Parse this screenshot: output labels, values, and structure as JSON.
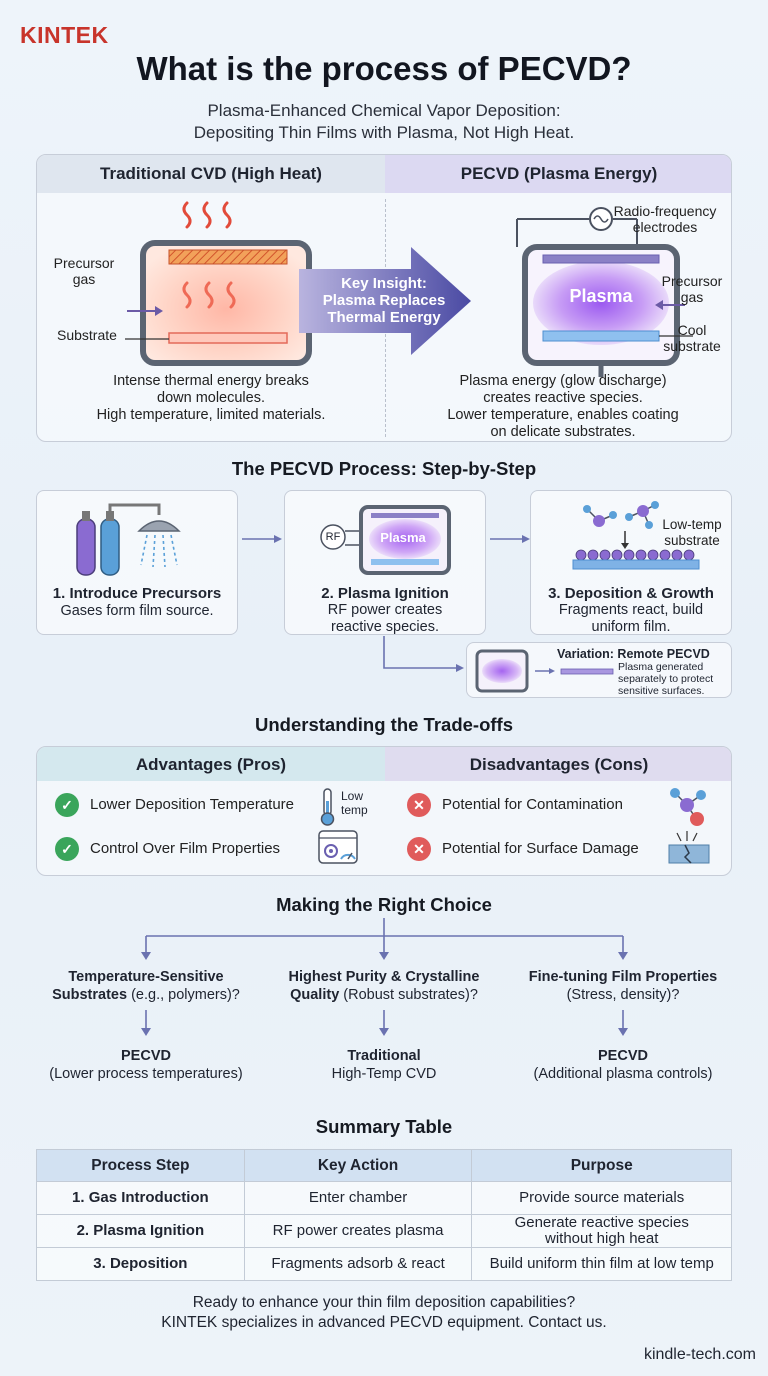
{
  "brand": {
    "logo": "KINTEK",
    "logo_color": "#c8342b",
    "url": "kindle-tech.com"
  },
  "title": "What is the process of PECVD?",
  "subtitle": {
    "line1": "Plasma-Enhanced Chemical Vapor Deposition:",
    "line2": "Depositing Thin Films with Plasma, Not High Heat."
  },
  "comparison": {
    "left": {
      "heading": "Traditional CVD (High Heat)",
      "label_gas_1": "Precursor",
      "label_gas_2": "gas",
      "label_substrate": "Substrate",
      "desc_1": "Intense thermal energy breaks",
      "desc_2": "down molecules.",
      "desc_3": "High temperature, limited materials."
    },
    "insight": {
      "line1": "Key Insight:",
      "line2": "Plasma Replaces",
      "line3": "Thermal Energy"
    },
    "right": {
      "heading": "PECVD (Plasma Energy)",
      "label_rf_1": "Radio-frequency",
      "label_rf_2": "electrodes",
      "plasma": "Plasma",
      "label_gas_1": "Precursor",
      "label_gas_2": "gas",
      "label_sub_1": "Cool",
      "label_sub_2": "substrate",
      "desc_1": "Plasma energy (glow discharge)",
      "desc_2": "creates reactive species.",
      "desc_3": "Lower temperature, enables coating",
      "desc_4": "on delicate substrates."
    }
  },
  "process": {
    "heading": "The PECVD Process: Step-by-Step",
    "steps": [
      {
        "title": "1. Introduce Precursors",
        "desc_1": "Gases form film source."
      },
      {
        "title": "2. Plasma Ignition",
        "desc_1": "RF power creates",
        "desc_2": "reactive species.",
        "rf": "RF",
        "plasma": "Plasma"
      },
      {
        "title": "3. Deposition & Growth",
        "desc_1": "Fragments react, build",
        "desc_2": "uniform film.",
        "label_1": "Low-temp",
        "label_2": "substrate"
      }
    ],
    "variation": {
      "title": "Variation: Remote PECVD",
      "desc_1": "Plasma generated",
      "desc_2": "separately to protect",
      "desc_3": "sensitive surfaces."
    }
  },
  "tradeoffs": {
    "heading": "Understanding the Trade-offs",
    "pros": {
      "heading": "Advantages (Pros)",
      "items": [
        "Lower Deposition Temperature",
        "Control Over Film Properties"
      ],
      "temp_label_1": "Low",
      "temp_label_2": "temp"
    },
    "cons": {
      "heading": "Disadvantages (Cons)",
      "items": [
        "Potential for Contamination",
        "Potential for Surface Damage"
      ]
    }
  },
  "choice": {
    "heading": "Making the Right Choice",
    "options": [
      {
        "q_bold_1": "Temperature-Sensitive",
        "q_bold_2": "Substrates",
        "q_rest_2": " (e.g., polymers)?",
        "a_bold": "PECVD",
        "a_rest": "(Lower process temperatures)"
      },
      {
        "q_bold_1": "Highest Purity & Crystalline",
        "q_bold_2": "Quality",
        "q_rest_2": " (Robust substrates)?",
        "a_bold": "Traditional",
        "a_rest": "High-Temp CVD"
      },
      {
        "q_bold_1": "Fine-tuning Film Properties",
        "q_bold_2": "",
        "q_rest_2": "(Stress, density)?",
        "a_bold": "PECVD",
        "a_rest": "(Additional plasma controls)"
      }
    ]
  },
  "summary": {
    "heading": "Summary Table",
    "columns": [
      "Process Step",
      "Key Action",
      "Purpose"
    ],
    "rows": [
      [
        "1. Gas Introduction",
        "Enter chamber",
        "Provide source materials",
        ""
      ],
      [
        "2. Plasma Ignition",
        "RF power creates plasma",
        "Generate reactive species",
        "without high heat"
      ],
      [
        "3. Deposition",
        "Fragments adsorb & react",
        "Build uniform thin film at low temp",
        ""
      ]
    ]
  },
  "footer": {
    "line1": "Ready to enhance your thin film deposition capabilities?",
    "line2": "KINTEK specializes in advanced PECVD equipment. Contact us."
  }
}
